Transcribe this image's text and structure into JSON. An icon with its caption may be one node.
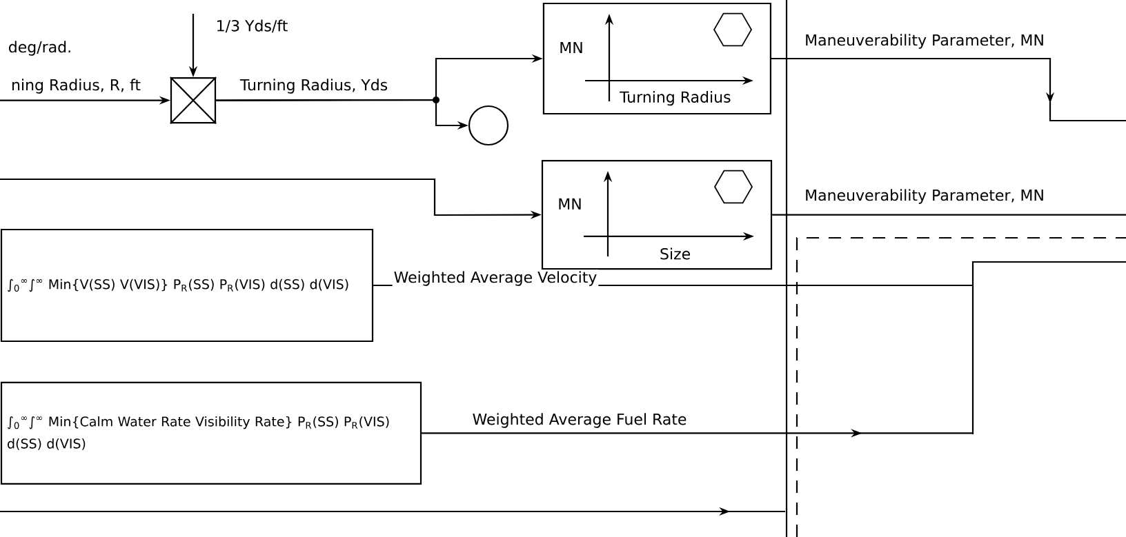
{
  "diagram": {
    "nodes": [
      {
        "text": [],
        "shape": "box"
      },
      {
        "text": [],
        "shape": "circle"
      },
      {
        "text": [
          "MN",
          "Turning Radius"
        ]
      },
      {
        "text": [
          "MN",
          "Size"
        ]
      },
      {
        "text": [
          "∫$_{0}$$^{∞}$∫$^{∞}$ Min{V(SS) V(VIS)} P$_{R}$(SS) P$_{R}$(VIS) d(SS) d(VIS)"
        ]
      },
      {
        "text": [
          "∫$_{0}$$^{∞}$∫$^{∞}$ Min{Calm Water Rate Visibility Rate} P$_{R}$(SS) P$_{R}$(VIS) d(SS) d(VIS)"
        ]
      },
      {
        "text": [],
        "shape": "box"
      },
      {
        "text": [],
        "shape": "box",
        "in": 6
      }
    ],
    "edges": [
      {
        "from": null,
        "to": 0,
        "arrow": "to",
        "label": "ning Radius, R, ft"
      },
      {
        "from": null,
        "to": 0,
        "arrow": "to",
        "label": "1/3 Yds/ft"
      },
      {
        "from": 0,
        "to": 2,
        "arrow": "to",
        "label": "Turning Radius, Yds"
      },
      {
        "from": 0,
        "to": 1,
        "arrow": "to"
      },
      {
        "from": 2,
        "to": null,
        "arrow": "to",
        "label": "Maneuverability Parameter, MN"
      },
      {
        "from": null,
        "to": 3,
        "arrow": "to"
      },
      {
        "from": 3,
        "to": null,
        "arrow": "none",
        "label": "Maneuverability Parameter, MN"
      },
      {
        "from": 4,
        "to": 7,
        "arrow": "none",
        "label": "Weighted Average Velocity"
      },
      {
        "from": 5,
        "to": 7,
        "arrow": "to",
        "label": "Weighted Average Fuel Rate"
      }
    ],
    "labels": [
      "deg/rad."
    ]
  }
}
